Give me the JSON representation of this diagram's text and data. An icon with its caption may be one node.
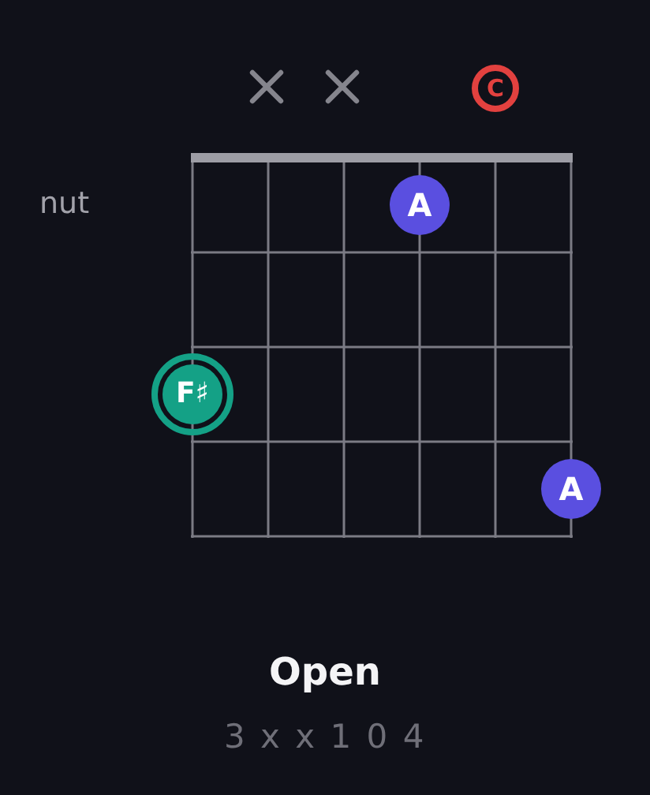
{
  "diagram": {
    "title": "Open",
    "caption": "3 x x 1 0 4",
    "nodes": [
      {
        "text": [
          "C"
        ]
      },
      {
        "text": [
          "A"
        ]
      },
      {
        "text": [
          "F♯"
        ]
      },
      {
        "text": [
          "A"
        ]
      }
    ],
    "labels": [
      "nut"
    ]
  }
}
